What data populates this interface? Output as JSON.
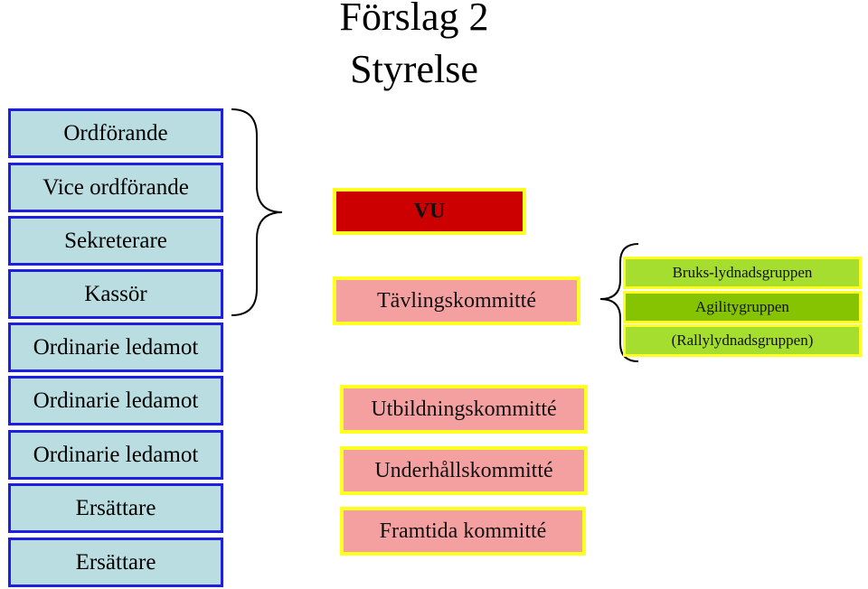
{
  "title": {
    "line1": "Förslag 2",
    "line2": "Styrelse"
  },
  "roles": [
    "Ordförande",
    "Vice ordförande",
    "Sekreterare",
    "Kassör",
    "Ordinarie ledamot",
    "Ordinarie ledamot",
    "Ordinarie ledamot",
    "Ersättare",
    "Ersättare"
  ],
  "vu": "VU",
  "committees": [
    "Tävlingskommitté",
    "Utbildningskommitté",
    "Underhållskommitté",
    "Framtida kommitté"
  ],
  "groups": [
    "Bruks-lydnadsgruppen",
    "Agilitygruppen",
    "(Rallylydnadsgruppen)"
  ],
  "colors": {
    "role_fill": "#b9dde0",
    "role_border": "#1f1fe0",
    "vu_fill": "#cc0000",
    "committee_fill": "#f5a0a0",
    "highlight_border": "#ffff22",
    "group_fill": "#a6de30",
    "group_fill_alt": "#86c300"
  }
}
